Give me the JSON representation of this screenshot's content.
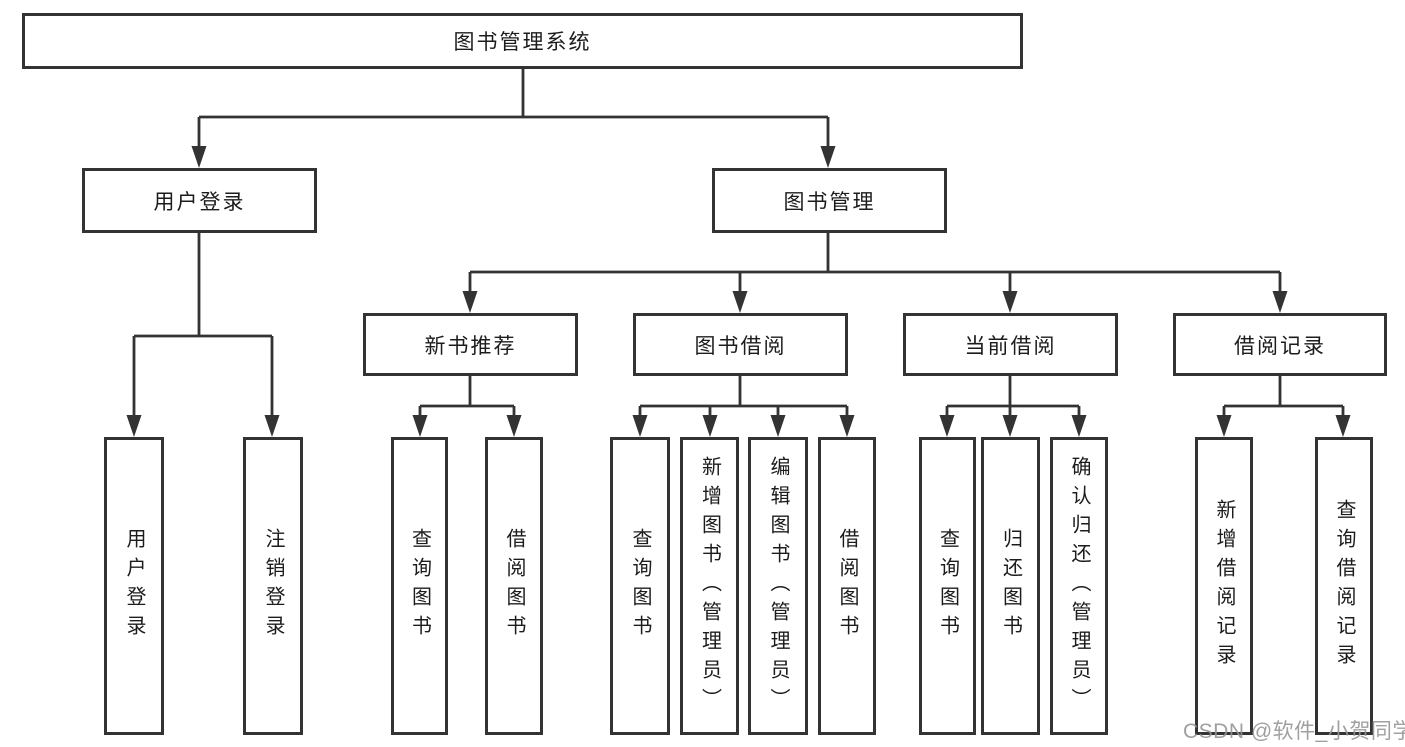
{
  "diagram": {
    "tree": {
      "label": "图书管理系统",
      "children": [
        {
          "label": "用户登录",
          "children": [
            {
              "label": "用户登录"
            },
            {
              "label": "注销登录"
            }
          ]
        },
        {
          "label": "图书管理",
          "children": [
            {
              "label": "新书推荐",
              "children": [
                {
                  "label": "查询图书"
                },
                {
                  "label": "借阅图书"
                }
              ]
            },
            {
              "label": "图书借阅",
              "children": [
                {
                  "label": "查询图书"
                },
                {
                  "label": "新增图书（管理员）"
                },
                {
                  "label": "编辑图书（管理员）"
                },
                {
                  "label": "借阅图书"
                }
              ]
            },
            {
              "label": "当前借阅",
              "children": [
                {
                  "label": "查询图书"
                },
                {
                  "label": "归还图书"
                },
                {
                  "label": "确认归还（管理员）"
                }
              ]
            },
            {
              "label": "借阅记录",
              "children": [
                {
                  "label": "新增借阅记录"
                },
                {
                  "label": "查询借阅记录"
                }
              ]
            }
          ]
        }
      ]
    },
    "line_color": "#333333",
    "box_border_color": "#333333",
    "text_color": "#1c1c1c"
  },
  "watermark": {
    "text": "CSDN @软件_小贺同学",
    "color": "#969696"
  }
}
